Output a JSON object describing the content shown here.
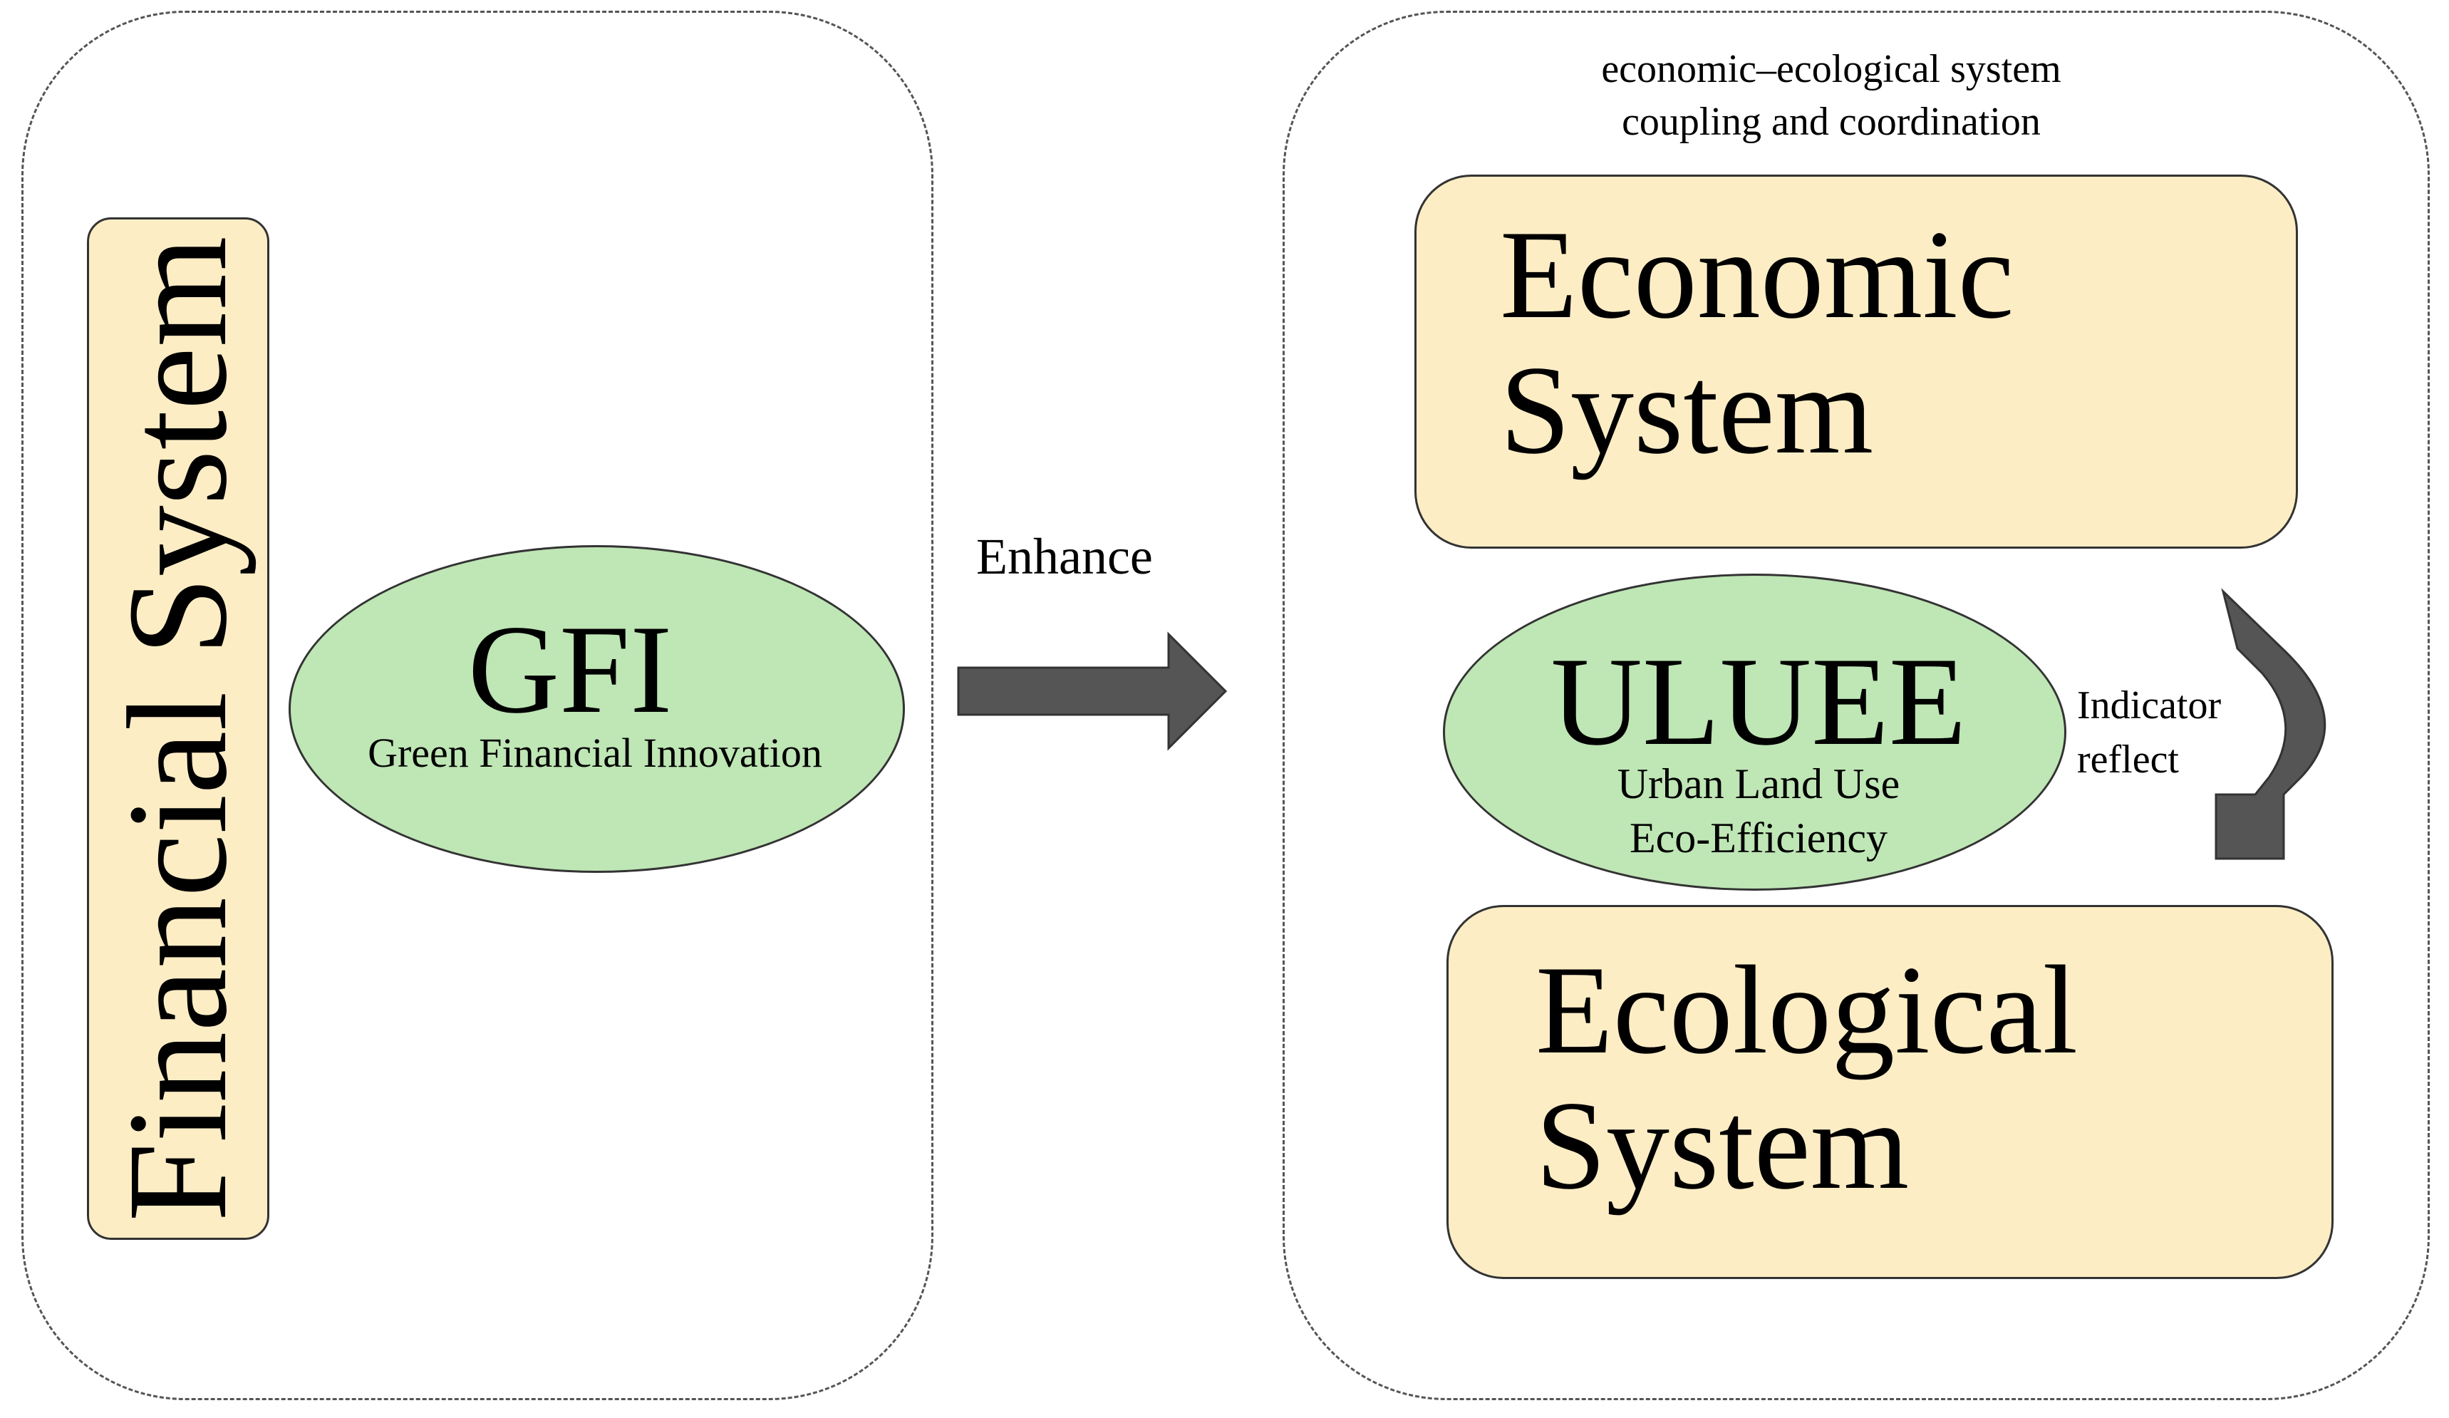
{
  "financial_system": {
    "label": "Financial System"
  },
  "gfi": {
    "title": "GFI",
    "subtitle": "Green Financial Innovation"
  },
  "enhance": {
    "label": "Enhance"
  },
  "coupling": {
    "caption_line1": "economic–ecological system",
    "caption_line2": "coupling and coordination"
  },
  "economic": {
    "line1": "Economic",
    "line2": "System"
  },
  "uluee": {
    "title": "ULUEE",
    "subtitle_line1": "Urban Land Use",
    "subtitle_line2": "Eco-Efficiency"
  },
  "indicator": {
    "line1": "Indicator",
    "line2": "reflect"
  },
  "ecological": {
    "line1": "Ecological",
    "line2": "System"
  },
  "colors": {
    "box_fill": "#fdedc5",
    "ellipse_fill": "#bfe6b5",
    "arrow_fill": "#555555",
    "border": "#333333"
  }
}
